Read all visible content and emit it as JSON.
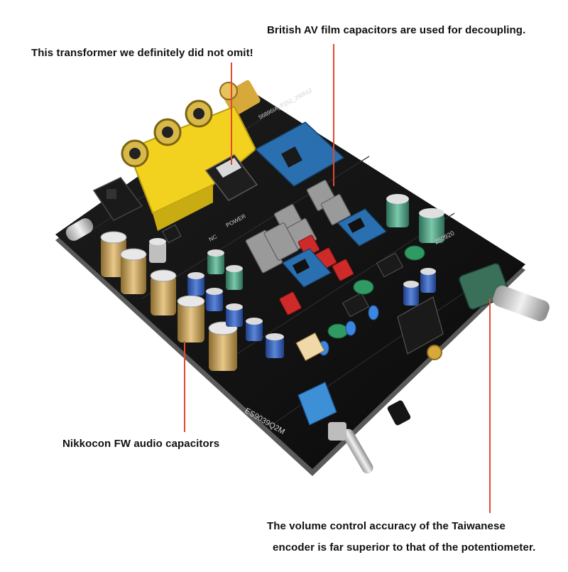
{
  "callouts": {
    "transformer": "This transformer we definitely did not omit!",
    "film_caps": "British AV film capacitors are used for decoupling.",
    "nikkocon": "Nikkocon FW audio capacitors",
    "volume_line1": "The volume control accuracy of the Taiwanese",
    "volume_line2": "encoder is far superior to that of the potentiometer."
  },
  "board_silkscreen": {
    "model": "ES9039Q2M",
    "bt_module_code": "56896IA_P252_250512",
    "power_label": "POWER",
    "nc_label": "NC",
    "board_code": "250920"
  },
  "colors": {
    "board": "#111111",
    "rca_yellow": "#f2d21e",
    "leader_line": "#e04a2e",
    "bt_module": "#2a6fb0",
    "film_cap": "#9a9a9a",
    "cap_gold": "#c9a35c",
    "cap_green": "#4a9a7e",
    "led_blue": "#3a86e0"
  }
}
